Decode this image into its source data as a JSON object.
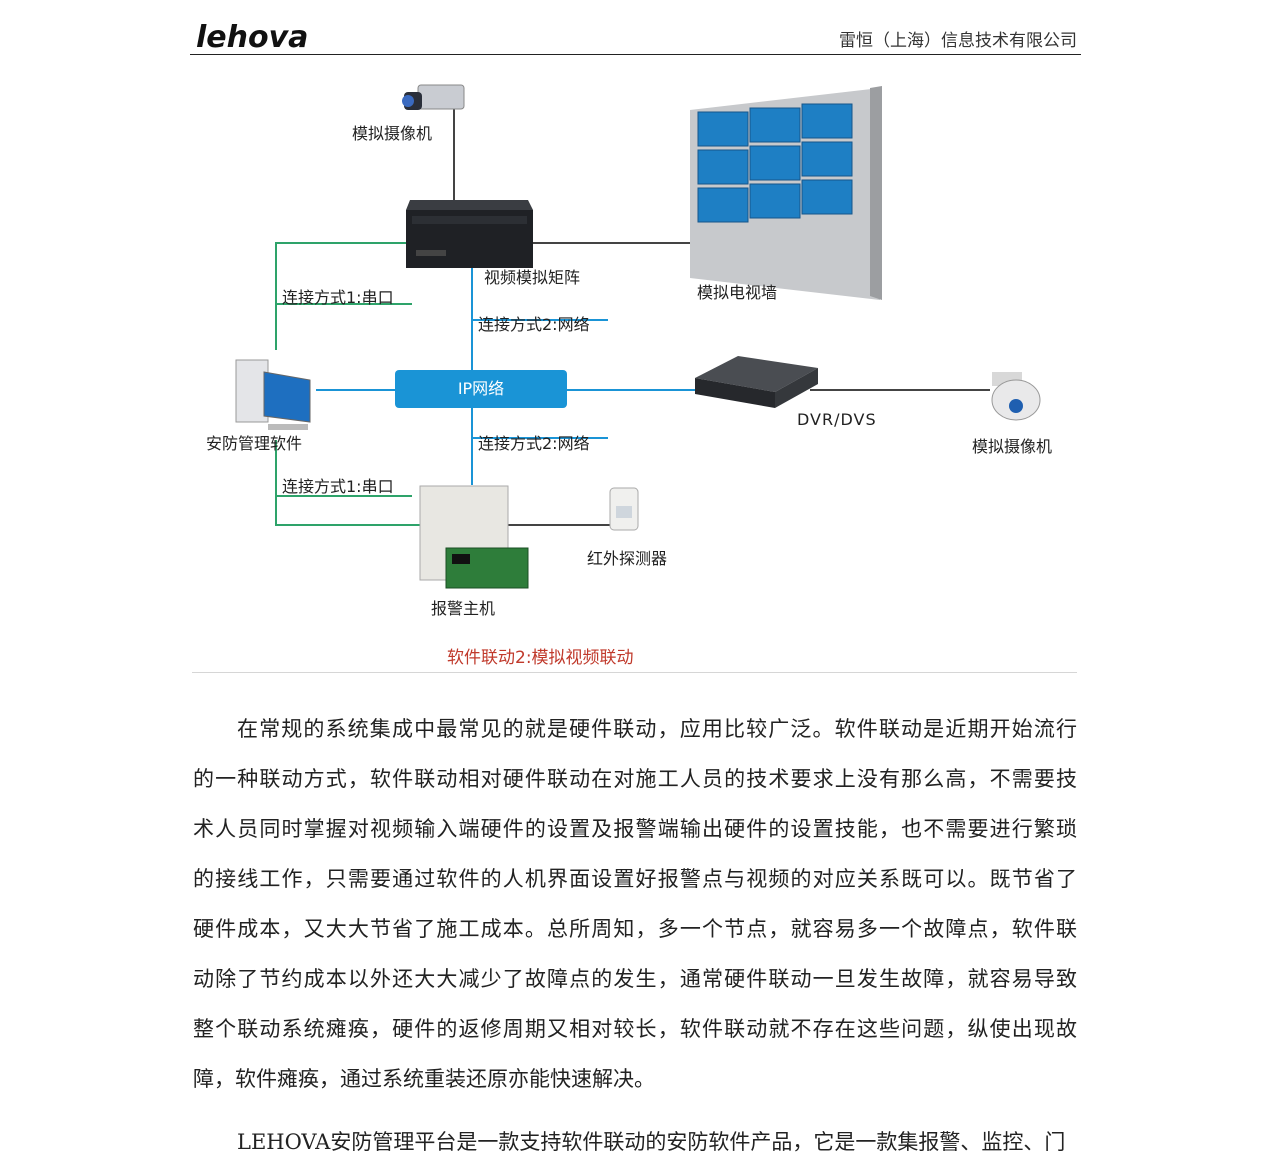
{
  "header": {
    "logo_text": "lehova",
    "company": "雷恒（上海）信息技术有限公司"
  },
  "diagram": {
    "labels": {
      "camera_top": "模拟摄像机",
      "matrix": "视频模拟矩阵",
      "tv_wall": "模拟电视墙",
      "conn_serial_top": "连接方式1:串口",
      "conn_net_top": "连接方式2:网络",
      "ip_network": "IP网络",
      "software": "安防管理软件",
      "dvr": "DVR/DVS",
      "camera_right": "模拟摄像机",
      "conn_net_bottom": "连接方式2:网络",
      "conn_serial_bottom": "连接方式1:串口",
      "ir_detector": "红外探测器",
      "alarm_host": "报警主机"
    },
    "caption": "软件联动2:模拟视频联动",
    "colors": {
      "green": "#2ea36a",
      "blue": "#1a94d6",
      "gray": "#444444",
      "caption": "#c0392b"
    }
  },
  "body": {
    "paragraph1_lines": [
      "在常规的系统集成中最常见的就是硬件联动，应用比较广泛。软件联动是近期开始流行",
      "的一种联动方式，软件联动相对硬件联动在对施工人员的技术要求上没有那么高，不需要技",
      "术人员同时掌握对视频输入端硬件的设置及报警端输出硬件的设置技能，也不需要进行繁琐",
      "的接线工作，只需要通过软件的人机界面设置好报警点与视频的对应关系既可以。既节省了",
      "硬件成本，又大大节省了施工成本。总所周知，多一个节点，就容易多一个故障点，软件联",
      "动除了节约成本以外还大大减少了故障点的发生，通常硬件联动一旦发生故障，就容易导致",
      "整个联动系统瘫痪，硬件的返修周期又相对较长，软件联动就不存在这些问题，纵使出现故",
      "障，软件瘫痪，通过系统重装还原亦能快速解决。"
    ],
    "paragraph2_start": "LEHOVA安防管理平台是一款支持软件联动的安防软件产品，它是一款集报警、监控、门"
  }
}
